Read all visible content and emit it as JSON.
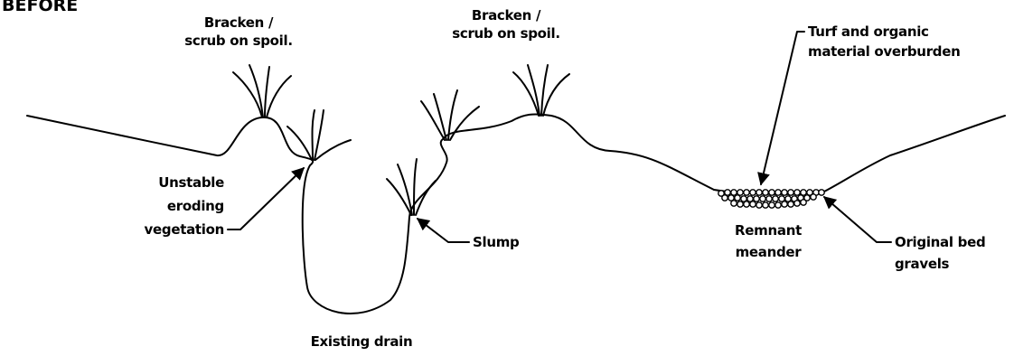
{
  "heading": "BEFORE",
  "labels": {
    "bracken_left_1": "Bracken /",
    "bracken_left_2": "scrub on spoil.",
    "bracken_right_1": "Bracken /",
    "bracken_right_2": "scrub on spoil.",
    "turf_1": "Turf and organic",
    "turf_2": "material overburden",
    "unstable_1": "Unstable",
    "unstable_2": "eroding",
    "unstable_3": "vegetation",
    "slump": "Slump",
    "remnant_1": "Remnant",
    "remnant_2": "meander",
    "gravels_1": "Original bed",
    "gravels_2": "gravels",
    "drain": "Existing drain"
  },
  "colors": {
    "line": "#000000",
    "background": "#ffffff"
  }
}
